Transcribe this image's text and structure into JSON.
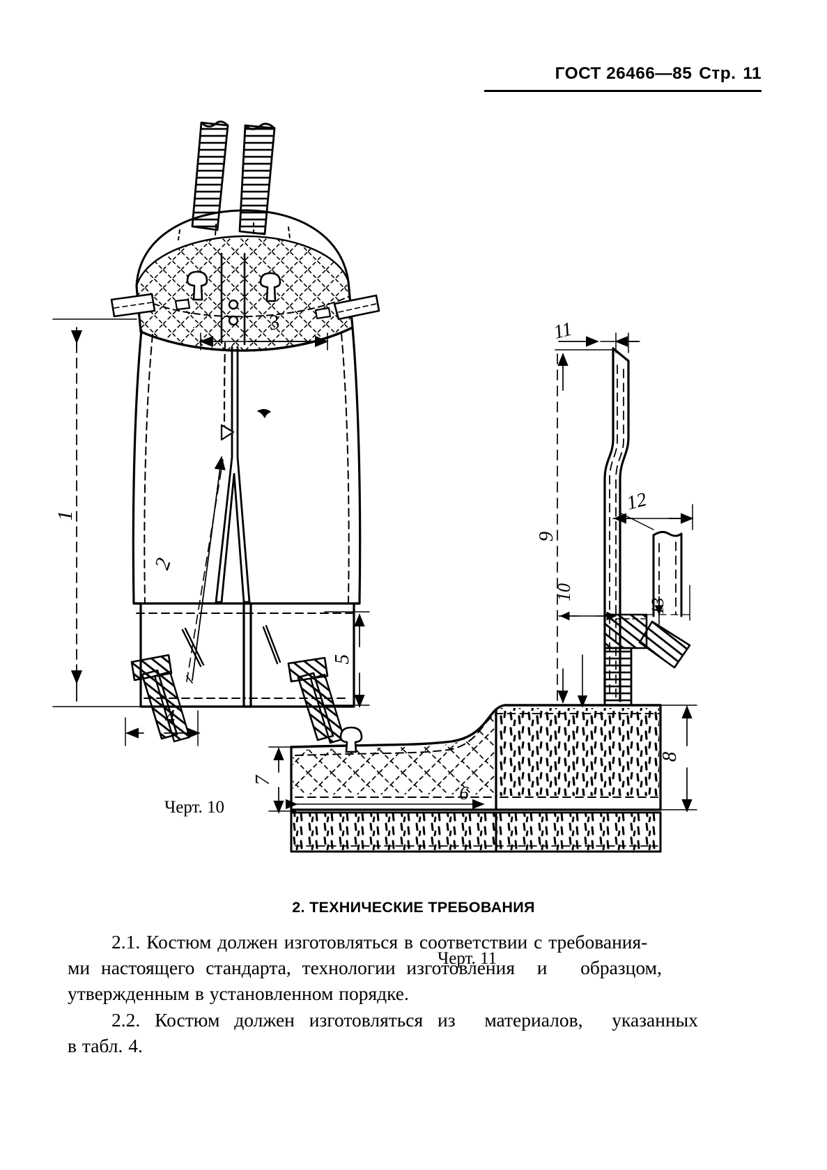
{
  "header": {
    "standard": "ГОСТ 26466—85",
    "page_label": "Стр.",
    "page_number": "11"
  },
  "figures": [
    {
      "id": "fig10",
      "caption": "Черт. 10",
      "description": "Брюки (полукомбинезон) с бретелями, поясом и манжетами",
      "dimension_labels": [
        "1",
        "2",
        "3",
        "4",
        "5"
      ]
    },
    {
      "id": "fig11",
      "caption": "Черт. 11",
      "description": "Разрез узлов: бретель, пряжка и низ брюк с мехом",
      "dimension_labels": [
        "6",
        "7",
        "8",
        "9",
        "10",
        "11",
        "12",
        "13"
      ]
    }
  ],
  "fig10_labels": {
    "l1": "1",
    "l2": "2",
    "l3": "3",
    "l4": "4",
    "l5": "5"
  },
  "fig11_labels": {
    "l6": "6",
    "l7": "7",
    "l8": "8",
    "l9": "9",
    "l10": "10",
    "l11": "11",
    "l12": "12",
    "l13": "13"
  },
  "section": {
    "title": "2. ТЕХНИЧЕСКИЕ ТРЕБОВАНИЯ"
  },
  "paragraphs": [
    {
      "number": "2.1.",
      "lines": [
        "2.1. Костюм должен изготовляться в соответствии с требования-",
        "ми настоящего стандарта, технологии изготовления  и   образцом,",
        "утвержденным в установленном порядке."
      ]
    },
    {
      "number": "2.2.",
      "lines": [
        "2.2. Костюм должен изготовляться из  материалов,  указанных",
        "в табл. 4."
      ]
    }
  ],
  "colors": {
    "ink": "#000000",
    "paper": "#ffffff"
  }
}
